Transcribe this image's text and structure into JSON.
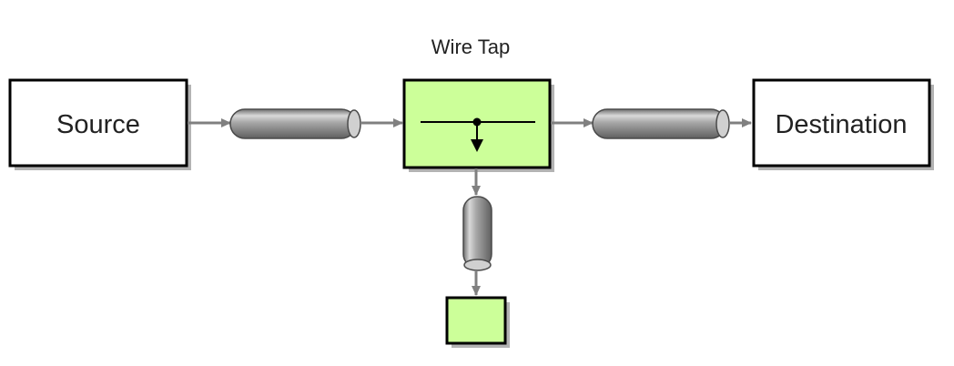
{
  "diagram": {
    "title": "Wire Tap",
    "source_label": "Source",
    "destination_label": "Destination",
    "colors": {
      "node_fill": "#ffffff",
      "tap_fill": "#ccff99",
      "border": "#000000",
      "shadow": "#b3b3b3",
      "connector": "#808080",
      "channel_body": "#9a9a9a"
    },
    "icons": [
      "wire-tap-symbol",
      "message-channel"
    ]
  }
}
